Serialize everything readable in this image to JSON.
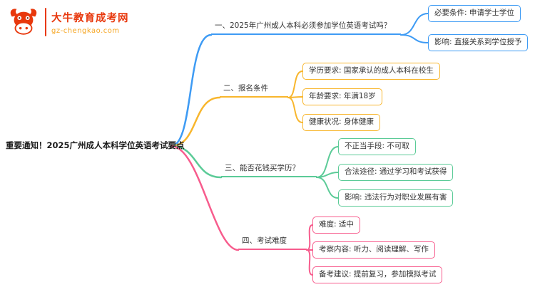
{
  "logo": {
    "name": "大牛教育成考网",
    "domain": "gz-chengkao.com",
    "brand_red": "#e8380d",
    "brand_orange": "#f6a623"
  },
  "root": {
    "label": "重要通知！2025广州成人本科学位英语考试要点"
  },
  "branches": [
    {
      "label": "一、2025年广州成人本科必须参加学位英语考试吗？",
      "color": "#3e9bf4",
      "children": [
        "必要条件: 申请学士学位",
        "影响: 直接关系到学位授予"
      ]
    },
    {
      "label": "二、报名条件",
      "color": "#f8b62d",
      "children": [
        "学历要求: 国家承认的成人本科在校生",
        "年龄要求: 年满18岁",
        "健康状况: 身体健康"
      ]
    },
    {
      "label": "三、能否花钱买学历？",
      "color": "#5bcb97",
      "children": [
        "不正当手段: 不可取",
        "合法途径: 通过学习和考试获得",
        "影响: 违法行为对职业发展有害"
      ]
    },
    {
      "label": "四、考试难度",
      "color": "#f75c8d",
      "children": [
        "难度: 适中",
        "考察内容: 听力、阅读理解、写作",
        "备考建议: 提前复习，参加模拟考试"
      ]
    }
  ]
}
